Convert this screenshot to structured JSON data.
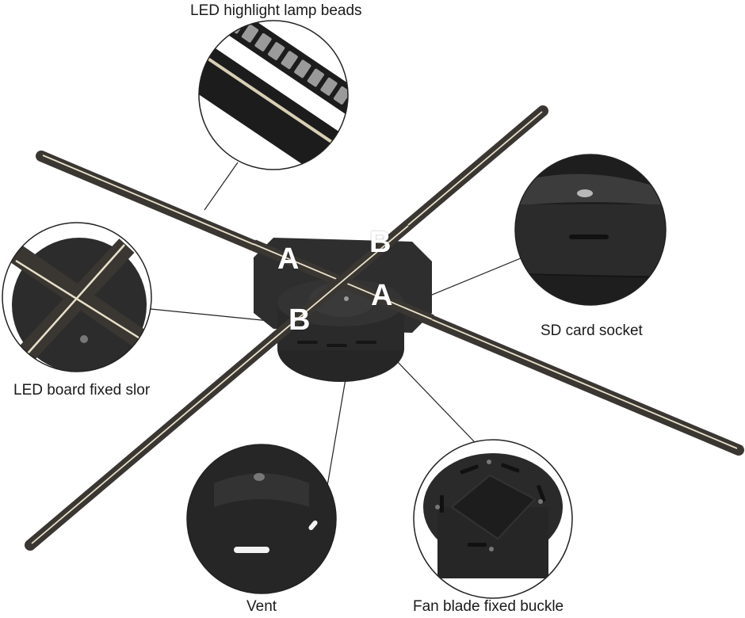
{
  "image": {
    "subject": "3D hologram fan with four LED blades",
    "background_color": "#ffffff",
    "body_color": "#2b2b2b",
    "led_strip_color": "#e8e0c8"
  },
  "callouts": {
    "led_beads": {
      "label": "LED highlight lamp beads"
    },
    "sd_card": {
      "label": "SD card socket"
    },
    "led_board_slot": {
      "label": "LED board fixed slor"
    },
    "vent": {
      "label": "Vent"
    },
    "fan_buckle": {
      "label": "Fan blade fixed buckle"
    }
  },
  "markers": {
    "a_top": "A",
    "b_top": "B",
    "a_right": "A",
    "b_left": "B"
  }
}
